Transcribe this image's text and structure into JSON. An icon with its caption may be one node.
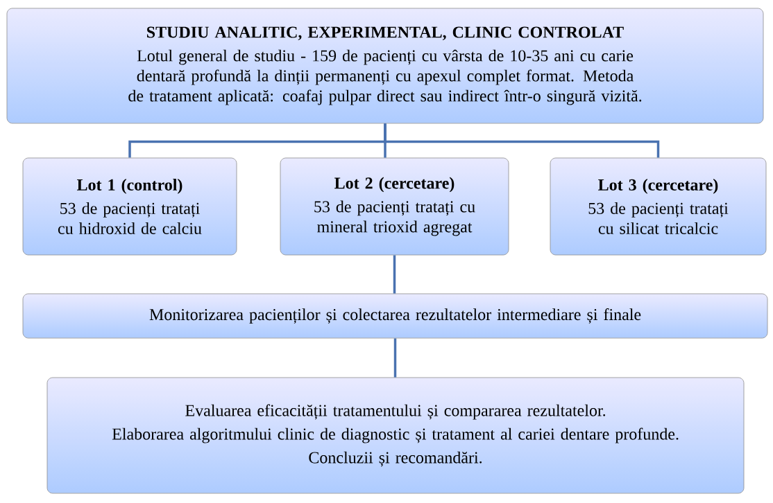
{
  "diagram": {
    "nodes": [
      {
        "text": [
          "STUDIU ANALITIC, EXPERIMENTAL, CLINIC CONTROLAT",
          "Lotul general de studiu - 159 de pacienți cu vârsta de 10-35 ani cu carie dentară profundă la dinții permanenți cu apexul complet format. Metoda de tratament aplicată: coafaj pulpar direct sau indirect într-o singură vizită."
        ]
      },
      {
        "text": [
          "Lot 1 (control)",
          "53 de pacienți tratați cu hidroxid de calciu"
        ]
      },
      {
        "text": [
          "Lot 2 (cercetare)",
          "53 de pacienți tratați cu mineral trioxid agregat"
        ]
      },
      {
        "text": [
          "Lot 3 (cercetare)",
          "53 de pacienți tratați cu silicat tricalcic"
        ]
      },
      {
        "text": [
          "Monitorizarea pacienților și colectarea rezultatelor intermediare și finale"
        ]
      },
      {
        "text": [
          "Evaluarea eficacității tratamentului și compararea rezultatelor.",
          "Elaborarea algoritmului clinic de diagnostic și tratament al cariei dentare profunde.",
          "Concluzii și recomandări."
        ]
      }
    ],
    "edges": [
      {
        "from": 0,
        "to": 1,
        "arrow": "none"
      },
      {
        "from": 0,
        "to": 2,
        "arrow": "none"
      },
      {
        "from": 0,
        "to": 3,
        "arrow": "none"
      },
      {
        "from": 2,
        "to": 4,
        "arrow": "none"
      },
      {
        "from": 4,
        "to": 5,
        "arrow": "none"
      }
    ]
  }
}
